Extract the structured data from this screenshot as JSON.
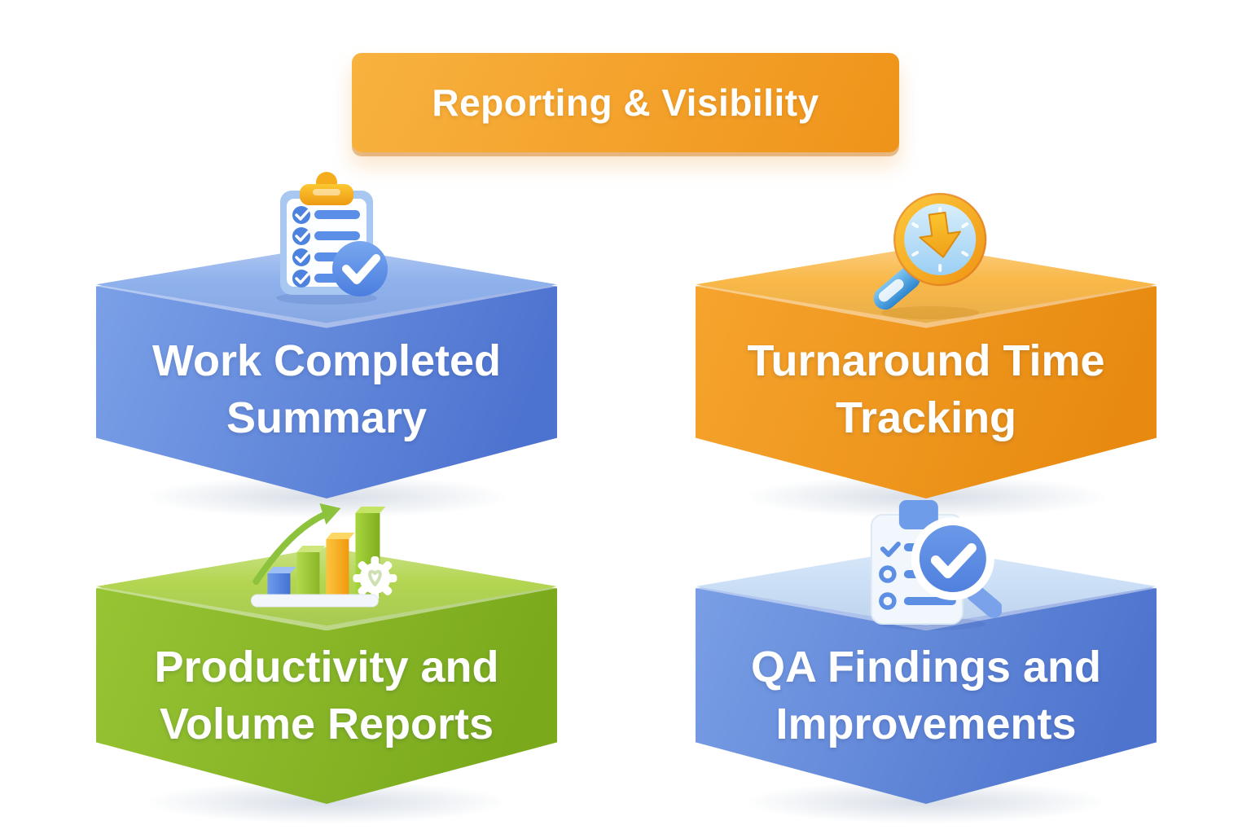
{
  "title": {
    "label": "Reporting & Visibility",
    "background_from": "#f8b23f",
    "background_to": "#ef9319",
    "text_color": "#ffffff"
  },
  "cards": [
    {
      "id": "work-completed-summary",
      "line1": "Work Completed",
      "line2": "Summary",
      "icon": "clipboard-checklist-icon",
      "colors": {
        "top_face": "#8fb1ec",
        "front_from": "#7da2e8",
        "front_to": "#4d73d0"
      }
    },
    {
      "id": "turnaround-time-tracking",
      "line1": "Turnaround Time",
      "line2": "Tracking",
      "icon": "magnifier-clock-icon",
      "colors": {
        "top_face": "#f9b848",
        "front_from": "#f6a52e",
        "front_to": "#e88a10"
      }
    },
    {
      "id": "productivity-volume-reports",
      "line1": "Productivity and",
      "line2": "Volume Reports",
      "icon": "bar-chart-growth-icon",
      "colors": {
        "top_face": "#b3d551",
        "front_from": "#98c534",
        "front_to": "#7aa91c"
      }
    },
    {
      "id": "qa-findings-improvements",
      "line1": "QA Findings and",
      "line2": "Improvements",
      "icon": "clipboard-magnifier-icon",
      "colors": {
        "top_face": "#cbdff6",
        "front_from": "#7ba0e6",
        "front_to": "#4e74ce"
      }
    }
  ]
}
